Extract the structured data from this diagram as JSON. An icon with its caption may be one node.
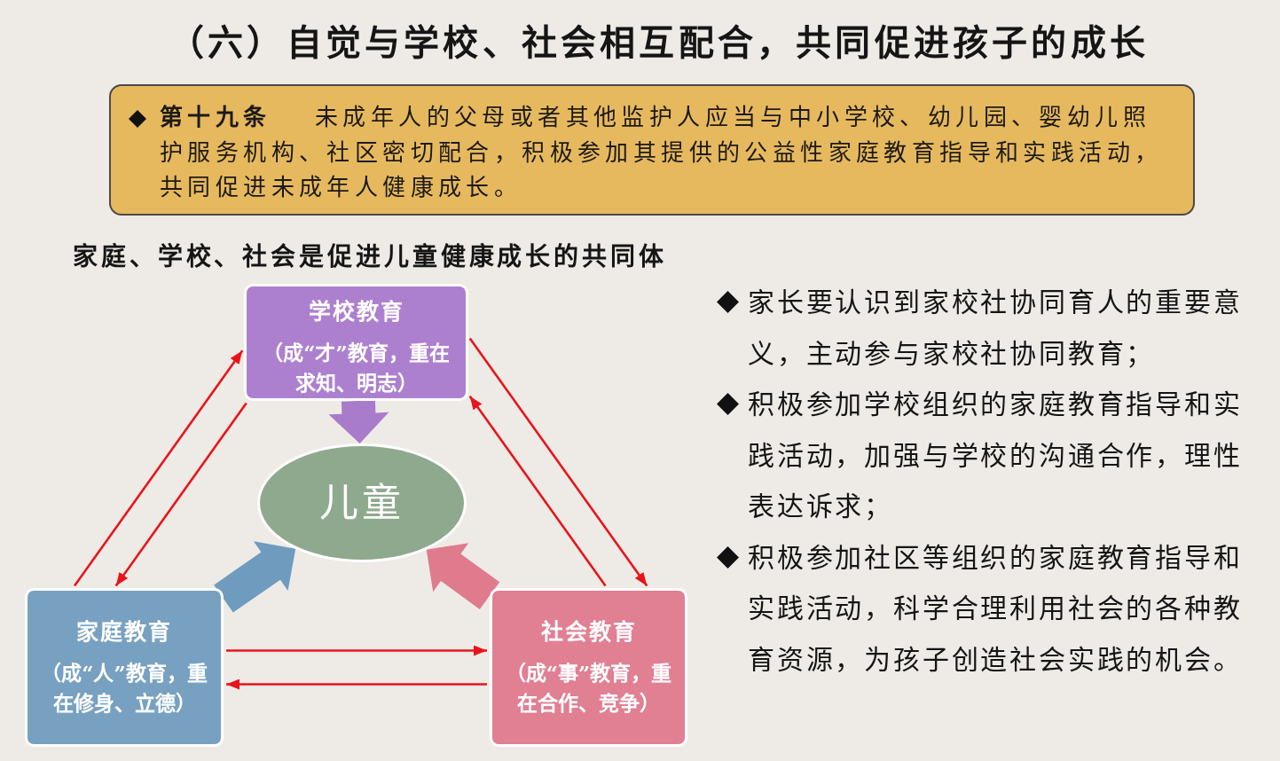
{
  "diagram": {
    "title": "（六）自觉与学校、社会相互配合，共同促进孩子的成长",
    "nodes": [
      {
        "text": [
          "**第十九条**　未成年人的父母或者其他监护人应当与中小学校、幼儿园、婴幼儿照护服务机构、社区密切配合，积极参加其提供的公益性家庭教育指导和实践活动，共同促进未成年人健康成长。"
        ]
      },
      {
        "text": [
          "学校教育",
          "（成“才”教育，重在求知、明志）"
        ]
      },
      {
        "text": [
          "儿童"
        ]
      },
      {
        "text": [
          "家庭教育",
          "（成“人”教育，重在修身、立德）"
        ]
      },
      {
        "text": [
          "社会教育",
          "（成“事”教育，重在合作、竞争）"
        ]
      }
    ],
    "edges": [
      {
        "from": 1,
        "to": 2,
        "arrow": "to",
        "style": "thick",
        "color": "#a97bcb"
      },
      {
        "from": 3,
        "to": 2,
        "arrow": "to",
        "style": "thick",
        "color": "#6f9bbf"
      },
      {
        "from": 4,
        "to": 2,
        "arrow": "to",
        "style": "thick",
        "color": "#e07b8e"
      },
      {
        "from": 3,
        "to": 1,
        "arrow": "to"
      },
      {
        "from": 1,
        "to": 3,
        "arrow": "to"
      },
      {
        "from": 1,
        "to": 4,
        "arrow": "to"
      },
      {
        "from": 4,
        "to": 1,
        "arrow": "to"
      },
      {
        "from": 3,
        "to": 4,
        "arrow": "to"
      },
      {
        "from": 4,
        "to": 3,
        "arrow": "to"
      }
    ],
    "labels": [
      "家庭、学校、社会是促进儿童健康成长的共同体",
      "家长要认识到家校社协同育人的重要意义，主动参与家校社协同教育；",
      "积极参加学校组织的家庭教育指导和实践活动，加强与学校的沟通合作，理性表达诉求；",
      "积极参加社区等组织的家庭教育指导和实践活动，科学合理利用社会的各种教育资源，为孩子创造社会实践的机会。"
    ]
  }
}
